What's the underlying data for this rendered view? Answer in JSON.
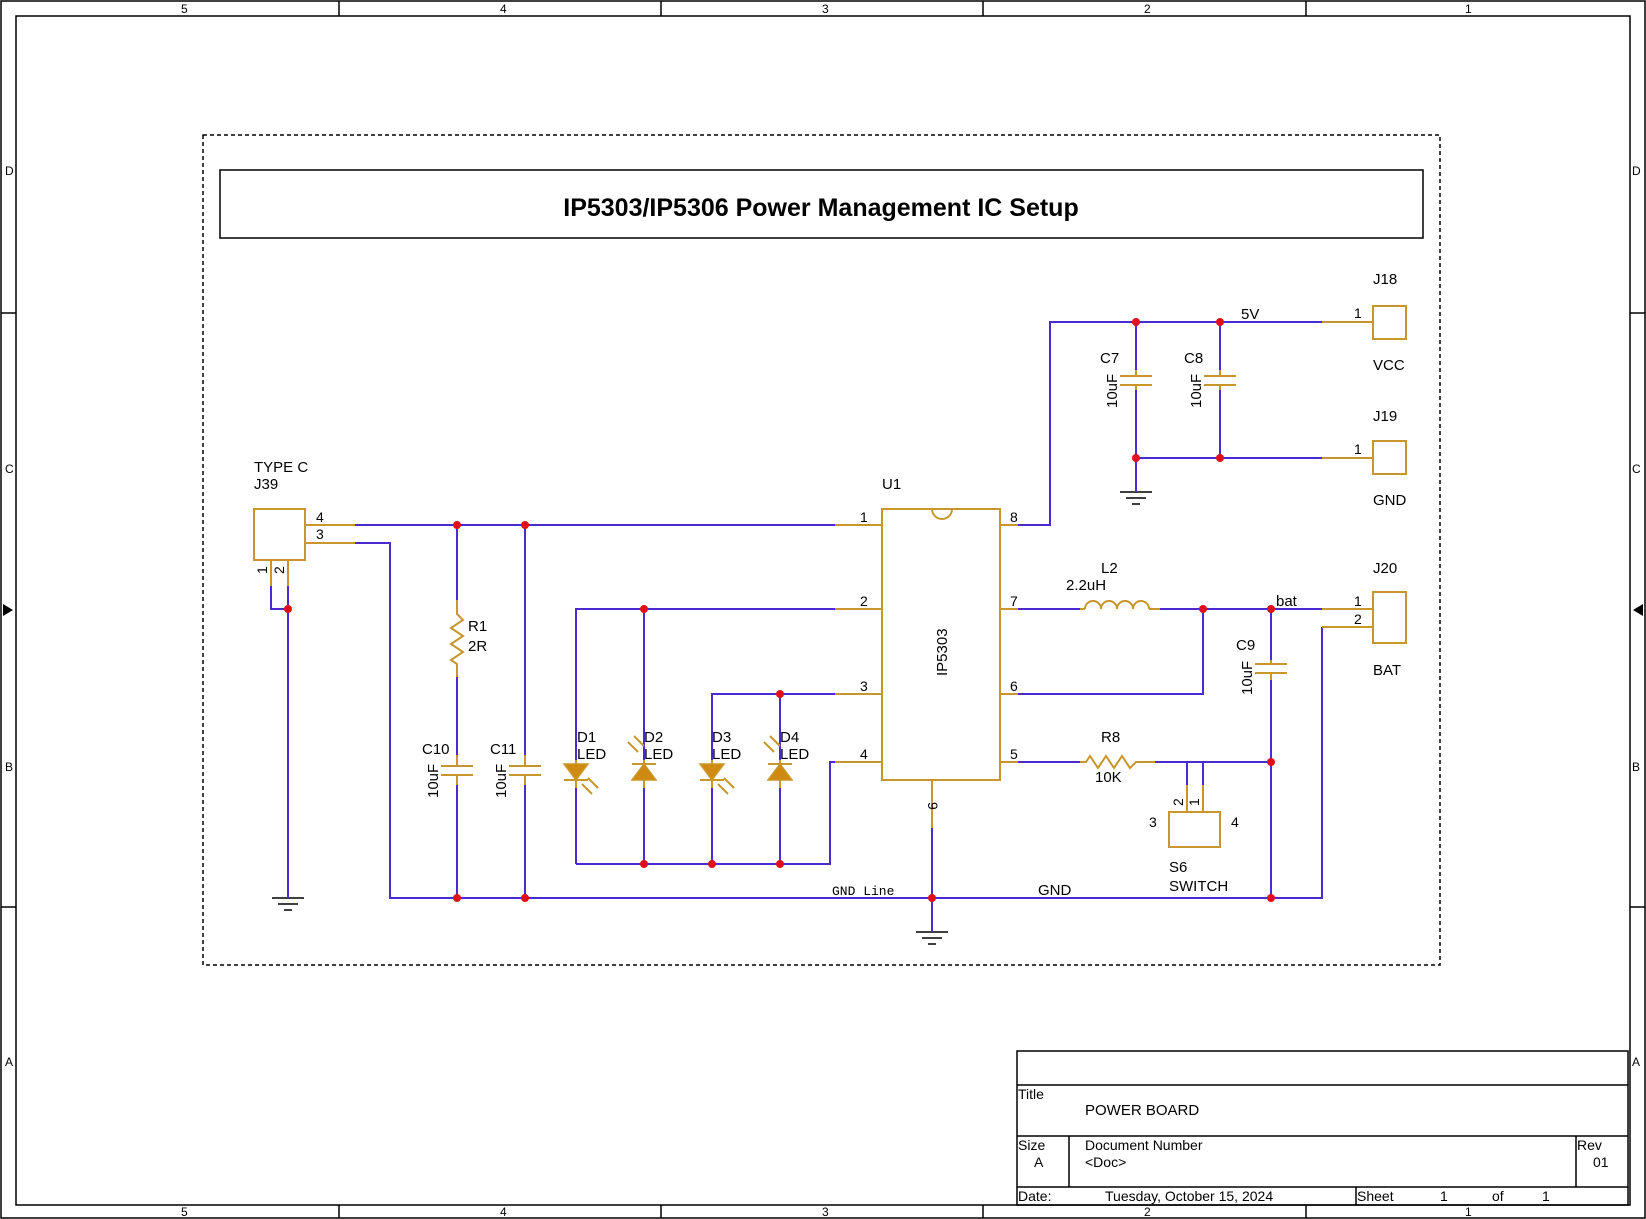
{
  "zones": {
    "columns": [
      "5",
      "4",
      "3",
      "2",
      "1"
    ],
    "rows": [
      "D",
      "C",
      "B",
      "A"
    ]
  },
  "diagram_title": "IP5303/IP5306 Power Management IC Setup",
  "ic": {
    "ref": "U1",
    "part": "IP5303",
    "pins": [
      "1",
      "2",
      "3",
      "4",
      "5",
      "6",
      "7",
      "8",
      "9"
    ]
  },
  "connectors": {
    "j39": {
      "name": "TYPE C",
      "ref": "J39",
      "pins": [
        "4",
        "3",
        "1",
        "2"
      ]
    },
    "j18": {
      "ref": "J18",
      "label": "VCC",
      "pin": "1"
    },
    "j19": {
      "ref": "J19",
      "label": "GND",
      "pin": "1"
    },
    "j20": {
      "ref": "J20",
      "label": "BAT",
      "pins": [
        "1",
        "2"
      ]
    }
  },
  "resistors": {
    "r1": {
      "ref": "R1",
      "value": "2R"
    },
    "r8": {
      "ref": "R8",
      "value": "10K"
    }
  },
  "capacitors": {
    "c7": {
      "ref": "C7",
      "value": "10uF"
    },
    "c8": {
      "ref": "C8",
      "value": "10uF"
    },
    "c9": {
      "ref": "C9",
      "value": "10uF"
    },
    "c10": {
      "ref": "C10",
      "value": "10uF"
    },
    "c11": {
      "ref": "C11",
      "value": "10uF"
    }
  },
  "inductor": {
    "ref": "L2",
    "value": "2.2uH"
  },
  "leds": [
    {
      "ref": "D1",
      "value": "LED"
    },
    {
      "ref": "D2",
      "value": "LED"
    },
    {
      "ref": "D3",
      "value": "LED"
    },
    {
      "ref": "D4",
      "value": "LED"
    }
  ],
  "switch": {
    "ref": "S6",
    "name": "SWITCH",
    "pins": [
      "2",
      "1",
      "3",
      "4"
    ]
  },
  "nets": {
    "v5": "5V",
    "bat": "bat",
    "gnd_line": "GND Line",
    "gnd": "GND"
  },
  "title_block": {
    "title_label": "Title",
    "title": "POWER BOARD",
    "size_label": "Size",
    "size": "A",
    "docnum_label": "Document Number",
    "docnum": "<Doc>",
    "rev_label": "Rev",
    "rev": "01",
    "date_label": "Date:",
    "date": "Tuesday, October 15, 2024",
    "sheet_label": "Sheet",
    "sheet": "1",
    "of_label": "of",
    "of": "1"
  }
}
